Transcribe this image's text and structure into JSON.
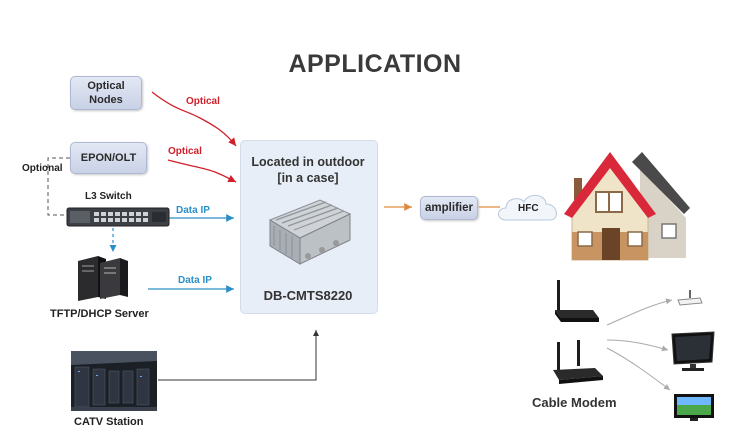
{
  "title": "APPLICATION",
  "nodes": {
    "optical_nodes": "Optical\nNodes",
    "epon_olt": "EPON/OLT",
    "l3_switch": "L3 Switch",
    "tftp_server": "TFTP/DHCP Server",
    "catv_station": "CATV Station",
    "amplifier": "amplifier",
    "hfc": "HFC",
    "cable_modem": "Cable Modem"
  },
  "links": {
    "optical_1": "Optical",
    "optical_2": "Optical",
    "optional": "Optional",
    "data_ip_1": "Data IP",
    "data_ip_2": "Data IP"
  },
  "device": {
    "location_line1": "Located in outdoor",
    "location_line2": "[in a case]",
    "model": "DB-CMTS8220"
  },
  "colors": {
    "optical_link": "#d0202a",
    "data_link": "#2a8fc8",
    "amplifier_link": "#e08a3c",
    "roof": "#d8283a",
    "wall": "#efe3c8"
  },
  "icons": [
    "switch-icon",
    "server-icon",
    "datacenter-icon",
    "cmts-device-icon",
    "cloud-icon",
    "house-icon",
    "router-icon",
    "monitor-icon",
    "tv-icon",
    "access-point-icon"
  ]
}
